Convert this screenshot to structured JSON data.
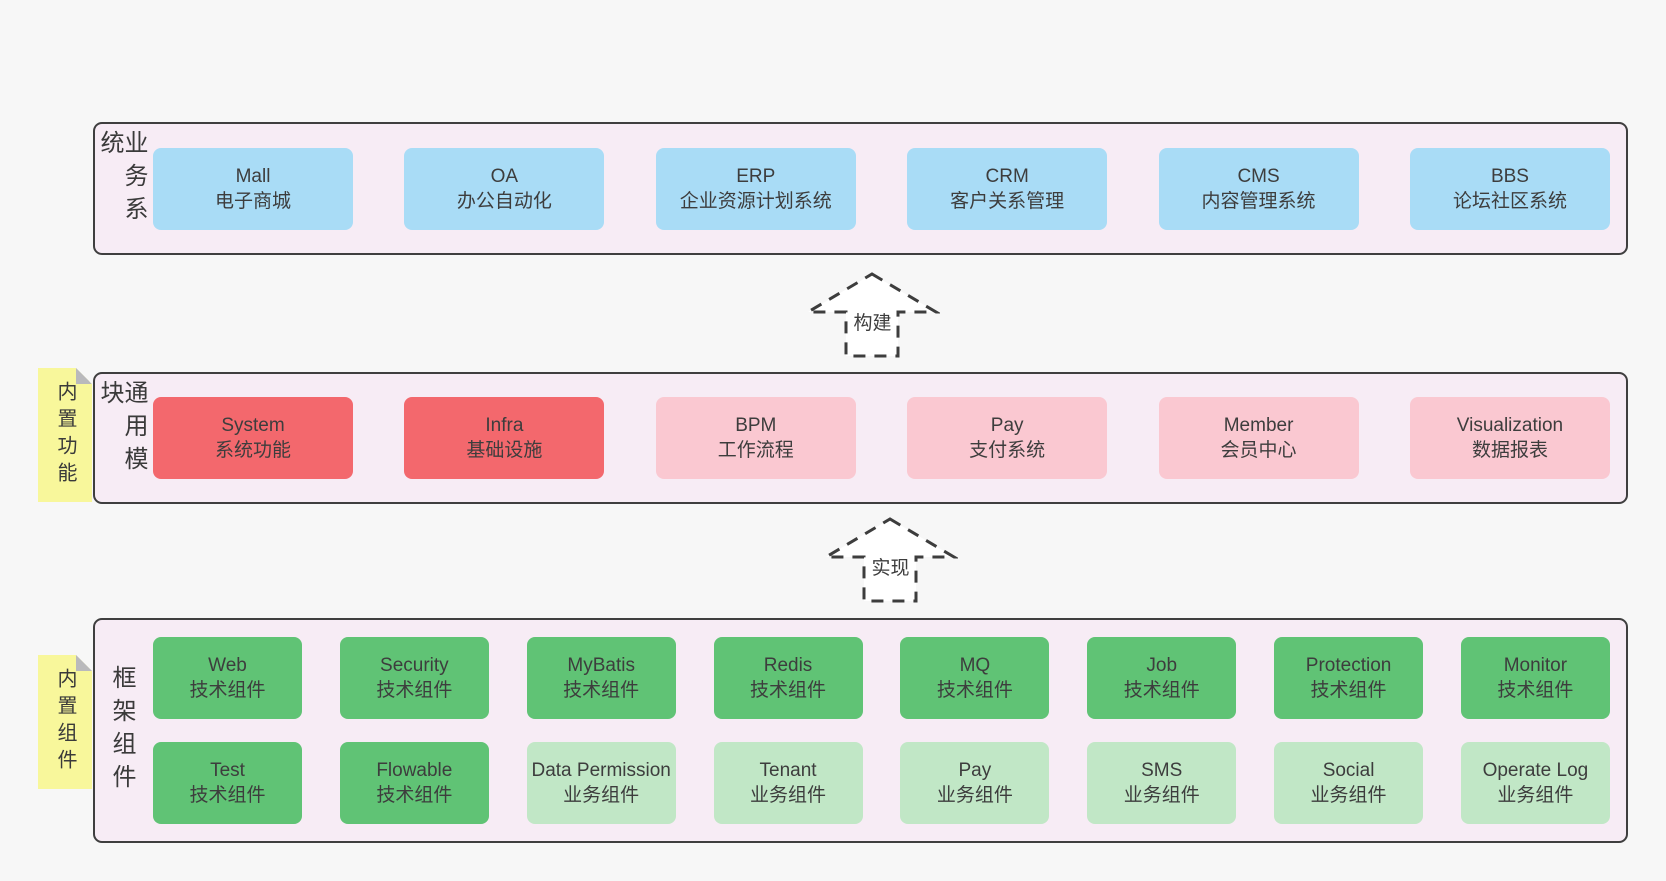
{
  "diagram": {
    "arrows": [
      {
        "label": "构建"
      },
      {
        "label": "实现"
      }
    ],
    "layers": [
      {
        "side_label": "业务系统",
        "note": null,
        "rows": [
          [
            {
              "title": "Mall",
              "subtitle": "电子商城",
              "variant": "blue"
            },
            {
              "title": "OA",
              "subtitle": "办公自动化",
              "variant": "blue"
            },
            {
              "title": "ERP",
              "subtitle": "企业资源计划系统",
              "variant": "blue"
            },
            {
              "title": "CRM",
              "subtitle": "客户关系管理",
              "variant": "blue"
            },
            {
              "title": "CMS",
              "subtitle": "内容管理系统",
              "variant": "blue"
            },
            {
              "title": "BBS",
              "subtitle": "论坛社区系统",
              "variant": "blue"
            }
          ]
        ]
      },
      {
        "side_label": "通用模块",
        "note": "内置功能",
        "rows": [
          [
            {
              "title": "System",
              "subtitle": "系统功能",
              "variant": "red"
            },
            {
              "title": "Infra",
              "subtitle": "基础设施",
              "variant": "red"
            },
            {
              "title": "BPM",
              "subtitle": "工作流程",
              "variant": "pink"
            },
            {
              "title": "Pay",
              "subtitle": "支付系统",
              "variant": "pink"
            },
            {
              "title": "Member",
              "subtitle": "会员中心",
              "variant": "pink"
            },
            {
              "title": "Visualization",
              "subtitle": "数据报表",
              "variant": "pink"
            }
          ]
        ]
      },
      {
        "side_label": "框架组件",
        "note": "内置组件",
        "rows": [
          [
            {
              "title": "Web",
              "subtitle": "技术组件",
              "variant": "green"
            },
            {
              "title": "Security",
              "subtitle": "技术组件",
              "variant": "green"
            },
            {
              "title": "MyBatis",
              "subtitle": "技术组件",
              "variant": "green"
            },
            {
              "title": "Redis",
              "subtitle": "技术组件",
              "variant": "green"
            },
            {
              "title": "MQ",
              "subtitle": "技术组件",
              "variant": "green"
            },
            {
              "title": "Job",
              "subtitle": "技术组件",
              "variant": "green"
            },
            {
              "title": "Protection",
              "subtitle": "技术组件",
              "variant": "green"
            },
            {
              "title": "Monitor",
              "subtitle": "技术组件",
              "variant": "green"
            }
          ],
          [
            {
              "title": "Test",
              "subtitle": "技术组件",
              "variant": "green"
            },
            {
              "title": "Flowable",
              "subtitle": "技术组件",
              "variant": "green"
            },
            {
              "title": "Data Permission",
              "subtitle": "业务组件",
              "variant": "lightgreen"
            },
            {
              "title": "Tenant",
              "subtitle": "业务组件",
              "variant": "lightgreen"
            },
            {
              "title": "Pay",
              "subtitle": "业务组件",
              "variant": "lightgreen"
            },
            {
              "title": "SMS",
              "subtitle": "业务组件",
              "variant": "lightgreen"
            },
            {
              "title": "Social",
              "subtitle": "业务组件",
              "variant": "lightgreen"
            },
            {
              "title": "Operate Log",
              "subtitle": "业务组件",
              "variant": "lightgreen"
            }
          ]
        ]
      }
    ],
    "colors": {
      "page_bg": "#f7f7f7",
      "panel_bg": "#f7ecf5",
      "panel_border": "#3f3f3f",
      "blue": "#a9dcf6",
      "red": "#f3686d",
      "pink": "#fac8d1",
      "green": "#60c375",
      "lightgreen": "#c1e7c6",
      "note_yellow": "#f8f79b",
      "text": "#3d3d3d"
    }
  }
}
